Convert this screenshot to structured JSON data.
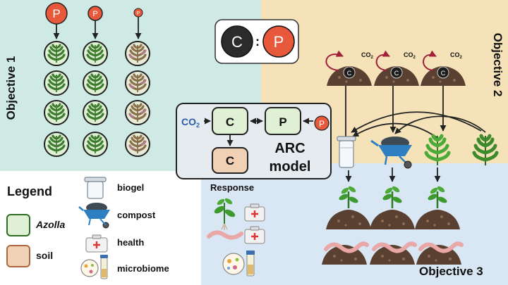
{
  "objectives": {
    "obj1": "Objective 1",
    "obj2": "Objective 2",
    "obj3": "Objective 3"
  },
  "ratio": {
    "carbon": "C",
    "separator": ":",
    "phosphorus": "P"
  },
  "p_badge": "P",
  "co2": {
    "base": "CO",
    "sub": "2"
  },
  "arc_model": {
    "c_box": "C",
    "p_box": "P",
    "c_soil_box": "C",
    "label_line1": "ARC",
    "label_line2": "model",
    "co2_base": "CO",
    "co2_sub": "2",
    "p_input": "P"
  },
  "response": {
    "title": "Response"
  },
  "legend": {
    "title": "Legend",
    "azolla": "Azolla",
    "soil": "soil",
    "biogel": "biogel",
    "compost": "compost",
    "health": "health",
    "microbiome": "microbiome"
  },
  "colors": {
    "objective1_bg": "#cfe9e4",
    "objective2_bg": "#f5e2b8",
    "objective3_bg": "#d9e6f3",
    "azolla_fill": "#dff0d4",
    "azolla_stroke": "#3f8a2e",
    "soil_fill": "#f1d1b5",
    "soil_stroke": "#a86a3c",
    "p_orange": "#e8583a"
  }
}
